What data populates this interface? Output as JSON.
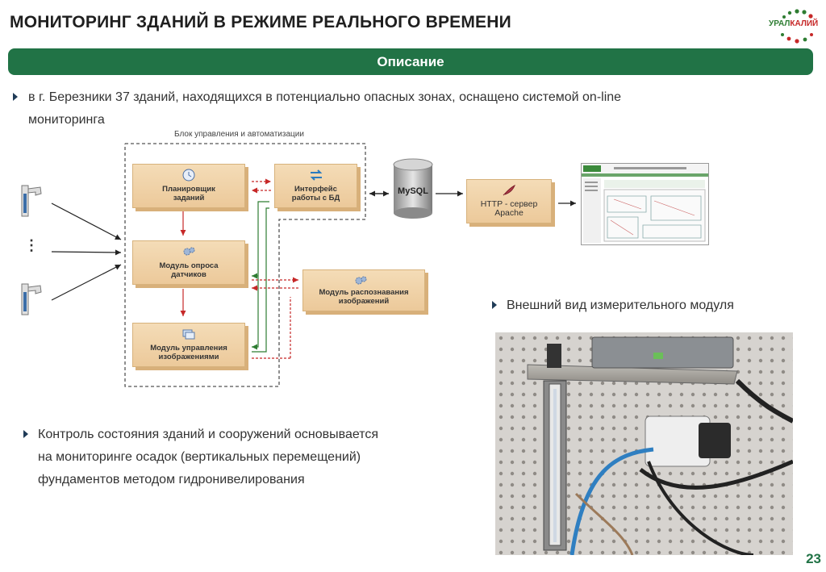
{
  "header": {
    "title": "МОНИТОРИНГ ЗДАНИЙ В РЕЖИМЕ РЕАЛЬНОГО ВРЕМЕНИ",
    "logo_text_a": "УРАЛ",
    "logo_text_b": "КАЛИЙ"
  },
  "banner": {
    "label": "Описание"
  },
  "bullets": {
    "first_line1": "в г. Березники 37 зданий, находящихся в потенциально опасных зонах, оснащено системой on-line",
    "first_line2": "мониторинга",
    "module_view": "Внешний вид измерительного модуля",
    "control_line1": "Контроль состояния зданий и сооружений основывается",
    "control_line2": "на мониторинге осадок (вертикальных перемещений)",
    "control_line3": "фундаментов методом гидронивелирования"
  },
  "diagram": {
    "group_label": "Блок управления и автоматизации",
    "sensor_dots": "⋮",
    "blocks": {
      "scheduler_line1": "Планировщик",
      "scheduler_line2": "заданий",
      "db_line1": "Интерфейс",
      "db_line2": "работы с БД",
      "survey_line1": "Модуль опроса",
      "survey_line2": "датчиков",
      "images_line1": "Модуль управления",
      "images_line2": "изображениями",
      "recognition_line1": "Модуль распознавания",
      "recognition_line2": "изображений",
      "mysql": "MySQL",
      "http_line1": "HTTP - сервер",
      "http_line2": "Apache"
    }
  },
  "page": {
    "number": "23"
  },
  "colors": {
    "brand_green": "#217346",
    "arrow_red": "#c62828",
    "arrow_green": "#2e7d32"
  }
}
